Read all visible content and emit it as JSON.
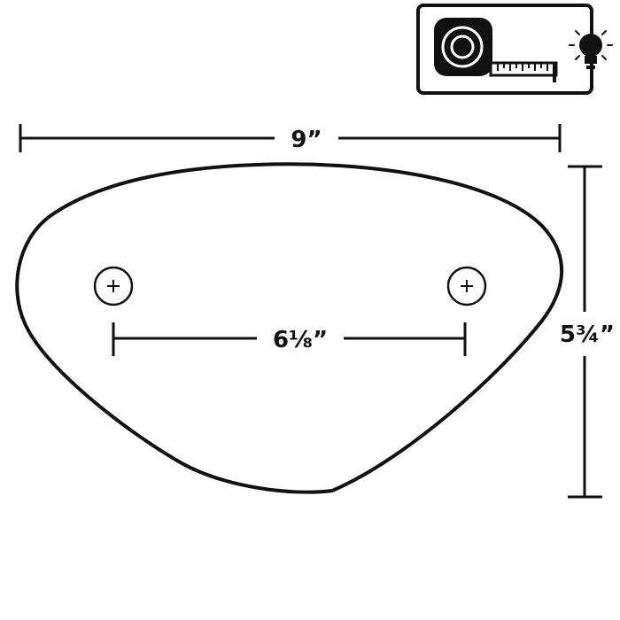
{
  "dimensions": {
    "width_label": "9”",
    "height_label": "5¾”",
    "hole_spacing_label": "6⅛”"
  },
  "icons": {
    "measurement_badge": "tape-measure-icon",
    "tip": "lightbulb-icon",
    "mounting_hole": "plus-icon"
  },
  "colors": {
    "line": "#111111",
    "background": "#ffffff"
  }
}
